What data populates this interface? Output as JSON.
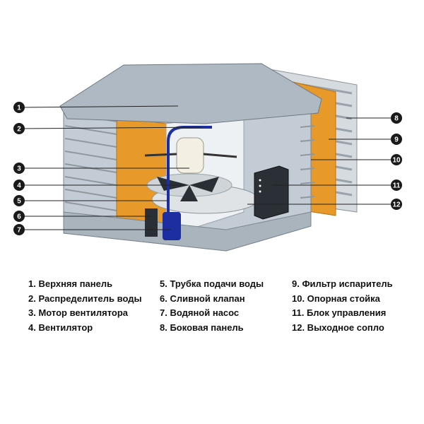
{
  "callouts": [
    "1",
    "2",
    "3",
    "4",
    "5",
    "6",
    "7",
    "8",
    "9",
    "10",
    "11",
    "12"
  ],
  "legend": {
    "col1": [
      "1. Верхняя панель",
      "2. Распределитель воды",
      "3.  Мотор вентилятора",
      "4.  Вентилятор"
    ],
    "col2": [
      "5. Трубка подачи воды",
      "6.  Сливной клапан",
      "7.  Водяной насос",
      "8. Боковая панель"
    ],
    "col3": [
      "9. Фильтр испаритель",
      "10. Опорная стойка",
      "11. Блок управления",
      "12. Выходное сопло"
    ]
  },
  "colors": {
    "body": "#b9c3cc",
    "pad": "#e79a2a",
    "callout": "#1a1a1a",
    "pump": "#1d2fa0"
  }
}
